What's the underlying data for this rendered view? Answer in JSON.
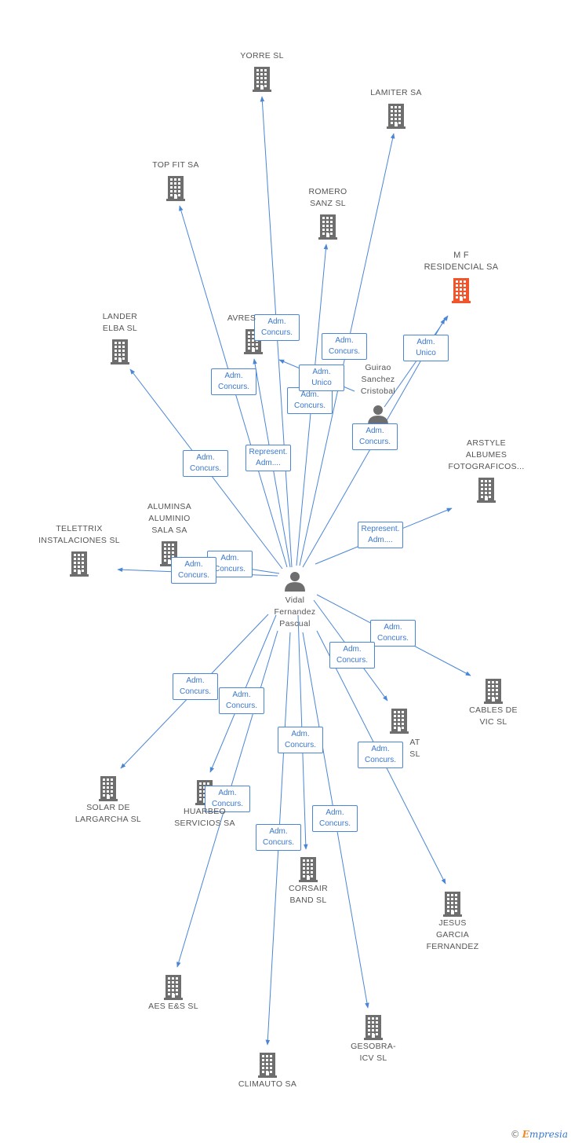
{
  "colors": {
    "edge": "#4a86d6",
    "building": "#6e6e6e",
    "highlight": "#f0552b",
    "person": "#6e6e6e"
  },
  "nodes": [
    {
      "id": "vidal",
      "type": "person",
      "lines": [
        "Vidal",
        "Fernandez",
        "Pascual"
      ]
    },
    {
      "id": "guirao",
      "type": "person",
      "lines": [
        "Guirao",
        "Sanchez",
        "Cristobal"
      ]
    },
    {
      "id": "yorre",
      "type": "company",
      "lines": [
        "YORRE SL"
      ]
    },
    {
      "id": "lamiter",
      "type": "company",
      "lines": [
        "LAMITER SA"
      ]
    },
    {
      "id": "topfit",
      "type": "company",
      "lines": [
        "TOP FIT SA"
      ]
    },
    {
      "id": "romero",
      "type": "company",
      "lines": [
        "ROMERO",
        "SANZ SL"
      ]
    },
    {
      "id": "mf",
      "type": "company",
      "highlight": true,
      "lines": [
        "M F",
        "RESIDENCIAL SA"
      ]
    },
    {
      "id": "lander",
      "type": "company",
      "lines": [
        "LANDER",
        "ELBA SL"
      ]
    },
    {
      "id": "avres",
      "type": "company",
      "lines": [
        "AVRES"
      ]
    },
    {
      "id": "arstyle",
      "type": "company",
      "lines": [
        "ARSTYLE",
        "ALBUMES",
        "FOTOGRAFICOS..."
      ]
    },
    {
      "id": "aluminsa",
      "type": "company",
      "lines": [
        "ALUMINSA",
        "ALUMINIO",
        "SALA SA"
      ]
    },
    {
      "id": "telettrix",
      "type": "company",
      "lines": [
        "TELETTRIX",
        "INSTALACIONES SL"
      ]
    },
    {
      "id": "cables",
      "type": "company",
      "lines": [
        "CABLES DE",
        "VIC SL"
      ]
    },
    {
      "id": "at",
      "type": "company",
      "lines": [
        "AT",
        "SL"
      ]
    },
    {
      "id": "solar",
      "type": "company",
      "lines": [
        "SOLAR DE",
        "LARGARCHA SL"
      ]
    },
    {
      "id": "huarbeo",
      "type": "company",
      "lines": [
        "HUARBEO",
        "SERVICIOS SA"
      ]
    },
    {
      "id": "corsair",
      "type": "company",
      "lines": [
        "CORSAIR",
        "BAND  SL"
      ]
    },
    {
      "id": "jesus",
      "type": "company",
      "lines": [
        "JESUS",
        "GARCIA",
        "FERNANDEZ"
      ]
    },
    {
      "id": "aes",
      "type": "company",
      "lines": [
        "AES E&S SL"
      ]
    },
    {
      "id": "gesobra",
      "type": "company",
      "lines": [
        "GESOBRA-",
        "ICV SL"
      ]
    },
    {
      "id": "climauto",
      "type": "company",
      "lines": [
        "CLIMAUTO SA"
      ]
    }
  ],
  "edges": [
    {
      "from": "vidal",
      "to": "yorre",
      "lines": [
        "Adm.",
        "Concurs."
      ]
    },
    {
      "from": "vidal",
      "to": "lamiter",
      "lines": [
        "Adm.",
        "Concurs."
      ]
    },
    {
      "from": "vidal",
      "to": "topfit",
      "lines": [
        "Adm.",
        "Concurs."
      ]
    },
    {
      "from": "vidal",
      "to": "romero",
      "lines": [
        "Adm.",
        "Concurs."
      ]
    },
    {
      "from": "guirao",
      "to": "mf",
      "lines": [
        "Adm.",
        "Unico"
      ]
    },
    {
      "from": "vidal",
      "to": "mf",
      "lines": [
        "Adm.",
        "Concurs."
      ]
    },
    {
      "from": "guirao",
      "to": "avres",
      "lines": [
        "Adm.",
        "Unico"
      ]
    },
    {
      "from": "vidal",
      "to": "avres",
      "lines": [
        "Represent.",
        "Adm...."
      ]
    },
    {
      "from": "vidal",
      "to": "lander",
      "lines": [
        "Adm.",
        "Concurs."
      ]
    },
    {
      "from": "vidal",
      "to": "arstyle",
      "lines": [
        "Represent.",
        "Adm...."
      ]
    },
    {
      "from": "vidal",
      "to": "aluminsa",
      "lines": [
        "Adm.",
        "Concurs."
      ]
    },
    {
      "from": "vidal",
      "to": "telettrix",
      "lines": [
        "Adm.",
        "Concurs."
      ]
    },
    {
      "from": "vidal",
      "to": "cables",
      "lines": [
        "Adm.",
        "Concurs."
      ]
    },
    {
      "from": "vidal",
      "to": "at",
      "lines": [
        "Adm.",
        "Concurs."
      ]
    },
    {
      "from": "vidal",
      "to": "solar",
      "lines": [
        "Adm.",
        "Concurs."
      ]
    },
    {
      "from": "vidal",
      "to": "huarbeo",
      "lines": [
        "Adm.",
        "Concurs."
      ]
    },
    {
      "from": "vidal",
      "to": "corsair",
      "lines": [
        "Adm.",
        "Concurs."
      ]
    },
    {
      "from": "vidal",
      "to": "jesus",
      "lines": [
        "Adm.",
        "Concurs."
      ]
    },
    {
      "from": "vidal",
      "to": "aes",
      "lines": [
        "Adm.",
        "Concurs."
      ]
    },
    {
      "from": "vidal",
      "to": "gesobra",
      "lines": [
        "Adm.",
        "Concurs."
      ]
    },
    {
      "from": "vidal",
      "to": "climauto",
      "lines": [
        "Adm.",
        "Concurs."
      ]
    }
  ],
  "footer": {
    "copyright": "©",
    "brand_initial": "E",
    "brand_rest": "mpresia"
  }
}
